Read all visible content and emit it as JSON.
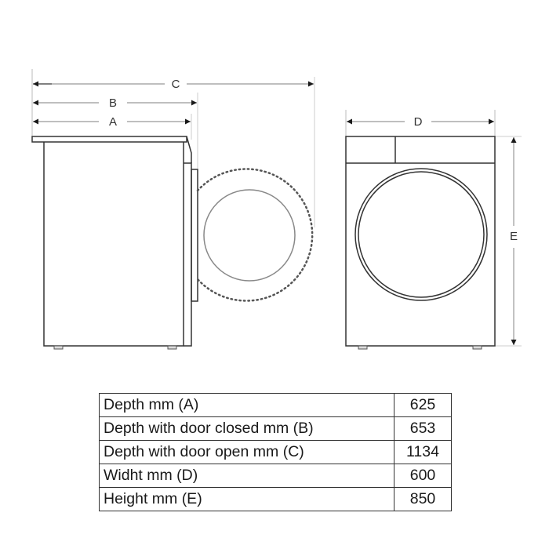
{
  "diagram": {
    "title": "Appliance dimension drawing",
    "side_view": {
      "labels": {
        "A": "A",
        "B": "B",
        "C": "C"
      }
    },
    "front_view": {
      "labels": {
        "D": "D",
        "E": "E"
      }
    },
    "colors": {
      "line": "#333333",
      "extension_line": "#bbbbbb",
      "dim_line": "#999999",
      "arrow": "#1a1a1a"
    }
  },
  "table": {
    "rows": [
      {
        "label": "Depth mm (A)",
        "value": "625"
      },
      {
        "label": "Depth with door closed mm (B)",
        "value": "653"
      },
      {
        "label": "Depth with door open mm (C)",
        "value": "1134"
      },
      {
        "label": "Widht mm (D)",
        "value": "600"
      },
      {
        "label": "Height mm (E)",
        "value": "850"
      }
    ]
  }
}
